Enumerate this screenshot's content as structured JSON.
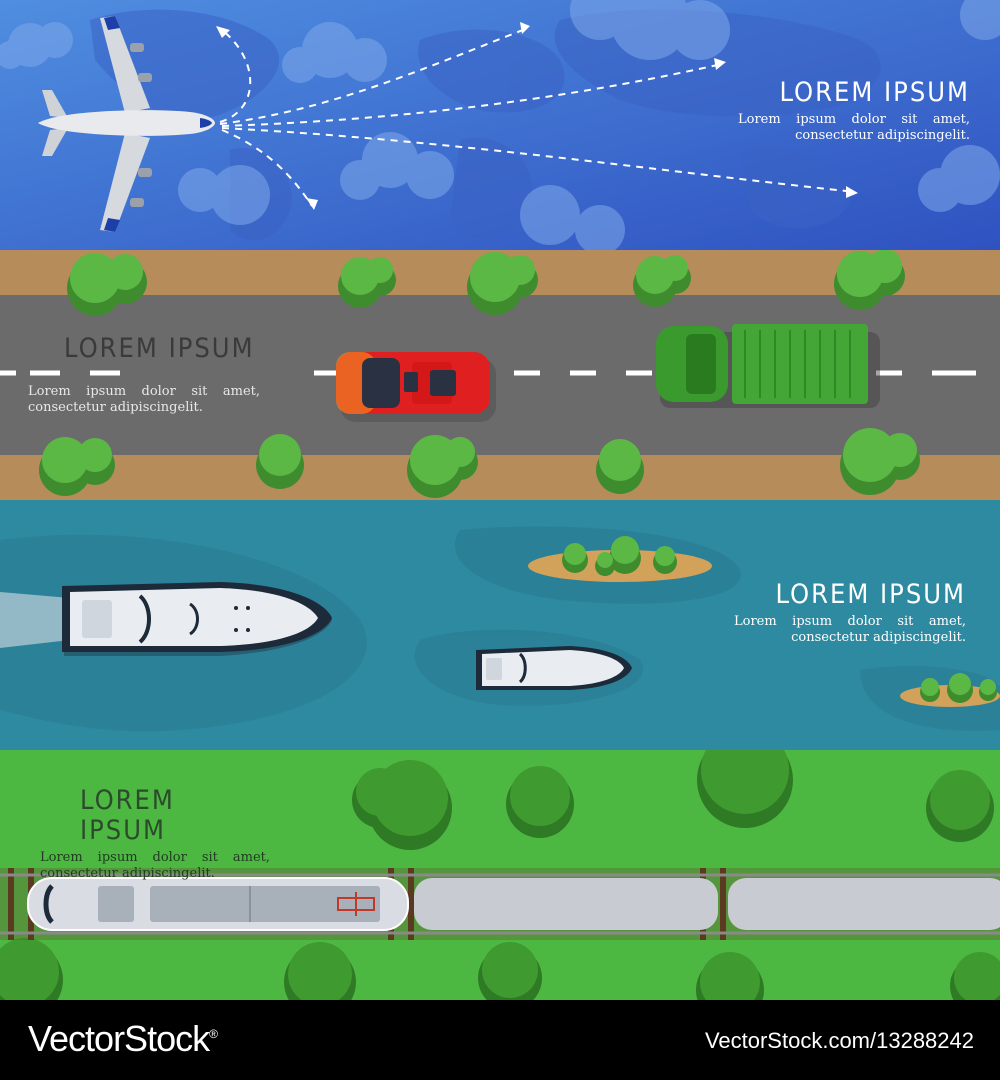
{
  "banners": {
    "air": {
      "title": "LOREM IPSUM",
      "line1": "Lorem ipsum dolor sit amet,",
      "line2": "consectetur adipiscingelit."
    },
    "road": {
      "title": "LOREM IPSUM",
      "line1": "Lorem ipsum dolor sit amet,",
      "line2": "consectetur adipiscingelit."
    },
    "sea": {
      "title": "LOREM IPSUM",
      "line1": "Lorem ipsum dolor sit amet,",
      "line2": "consectetur adipiscingelit."
    },
    "rail": {
      "title": "LOREM IPSUM",
      "line1": "Lorem ipsum dolor sit amet,",
      "line2": "consectetur adipiscingelit."
    }
  },
  "footer": {
    "brand": "VectorStock",
    "brand_mark": "®",
    "image_ref": "VectorStock.com/13288242"
  },
  "colors": {
    "sky": "#3d6fcf",
    "road": "#6b6b6b",
    "verge": "#b58c5a",
    "water": "#2e8aa0",
    "grass": "#4cb842",
    "tree": "#4ea83b",
    "car": "#e02020",
    "truck": "#3a9a2e"
  }
}
